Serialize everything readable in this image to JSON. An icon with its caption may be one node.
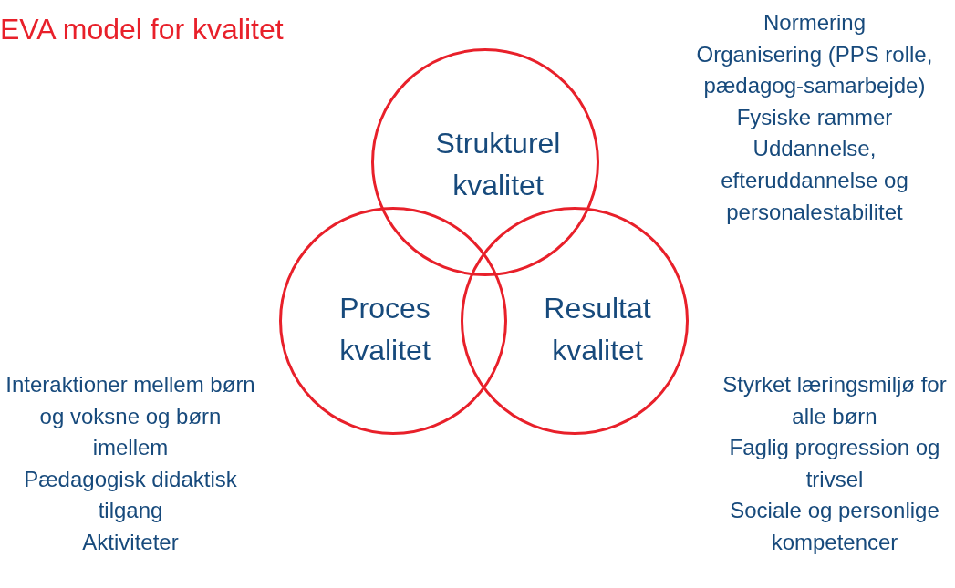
{
  "diagram": {
    "title": "EVA model for kvalitet",
    "nodes": [
      {
        "text": [
          "Strukturel kvalitet"
        ],
        "beside": [
          "Normering",
          "Organisering (PPS rolle, pædagog-samarbejde)",
          "Fysiske rammer",
          "Uddannelse, efteruddannelse og personalestabilitet"
        ]
      },
      {
        "text": [
          "Proces kvalitet"
        ],
        "beside": [
          "Interaktioner mellem børn og voksne og børn imellem",
          "Pædagogisk didaktisk tilgang",
          "Aktiviteter"
        ]
      },
      {
        "text": [
          "Resultat kvalitet"
        ],
        "beside": [
          "Styrket læringsmiljø for alle børn",
          "Faglig progression og trivsel",
          "Sociale og personlige kompetencer"
        ]
      }
    ]
  }
}
